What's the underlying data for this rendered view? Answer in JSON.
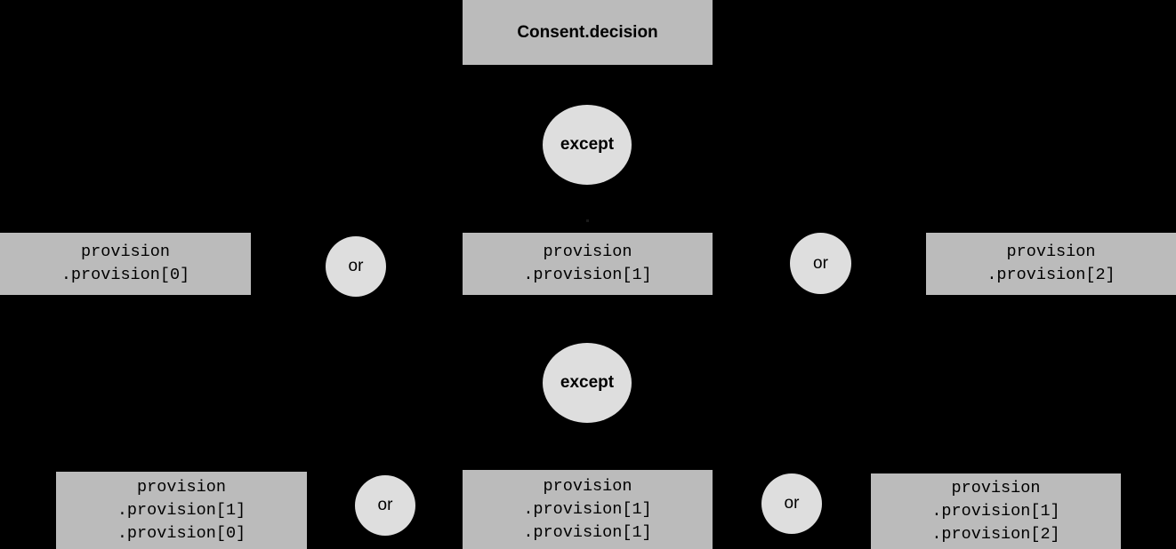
{
  "diagram": {
    "title": "Consent.decision",
    "background_color": "#000000",
    "node_fill_color": "#bbbbbb",
    "operator_fill_color": "#dedede",
    "text_color": "#000000",
    "root": {
      "label": "Consent.decision"
    },
    "operators": {
      "except_1": "except",
      "except_2": "except",
      "or_1": "or",
      "or_2": "or",
      "or_3": "or",
      "or_4": "or"
    },
    "level_1": [
      {
        "id": "provision-0",
        "lines": [
          "provision",
          ".provision[0]"
        ]
      },
      {
        "id": "provision-1",
        "lines": [
          "provision",
          ".provision[1]"
        ]
      },
      {
        "id": "provision-2",
        "lines": [
          "provision",
          ".provision[2]"
        ]
      }
    ],
    "level_2": [
      {
        "id": "provision-1-0",
        "lines": [
          "provision",
          ".provision[1]",
          ".provision[0]"
        ]
      },
      {
        "id": "provision-1-1",
        "lines": [
          "provision",
          ".provision[1]",
          ".provision[1]"
        ]
      },
      {
        "id": "provision-1-2",
        "lines": [
          "provision",
          ".provision[1]",
          ".provision[2]"
        ]
      }
    ]
  }
}
